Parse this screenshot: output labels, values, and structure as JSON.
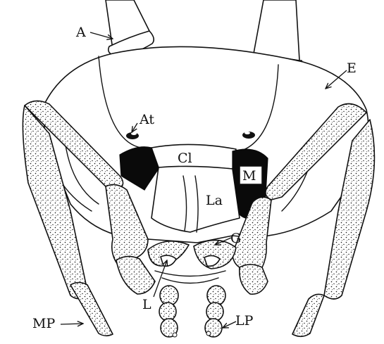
{
  "labels": {
    "antenna": "A",
    "eye": "E",
    "antennal_tubercle": "At",
    "clypeus": "Cl",
    "mandible": "M",
    "labrum": "La",
    "galea": "G",
    "lacinia": "L",
    "maxillary_palp": "MP",
    "labial_palp": "LP"
  },
  "colors": {
    "ink": "#111111",
    "background": "#ffffff",
    "mandible_fill": "#0a0a0a"
  }
}
